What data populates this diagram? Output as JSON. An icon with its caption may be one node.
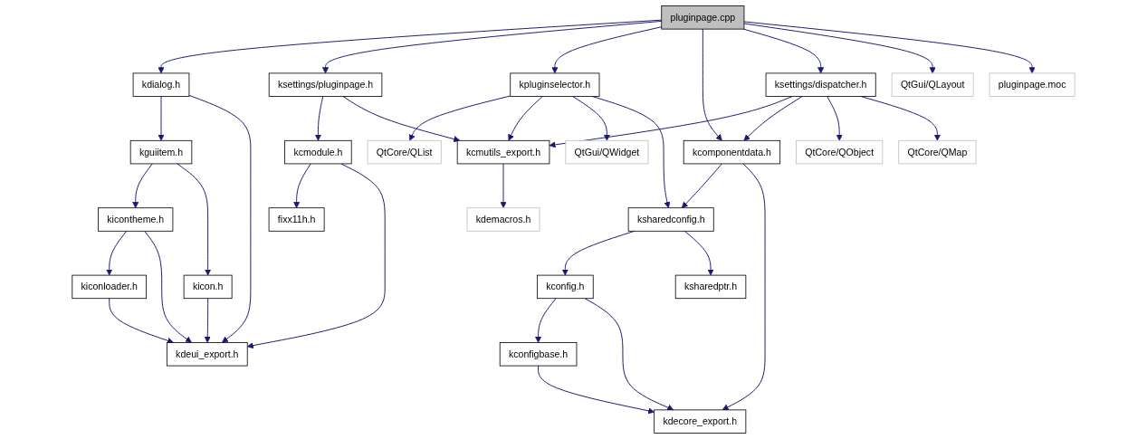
{
  "diagram": {
    "nodes": [
      {
        "text": [
          "pluginpage.cpp"
        ]
      },
      {
        "text": [
          "kdialog.h"
        ]
      },
      {
        "text": [
          "ksettings/pluginpage.h"
        ]
      },
      {
        "text": [
          "kpluginselector.h"
        ]
      },
      {
        "text": [
          "ksettings/dispatcher.h"
        ]
      },
      {
        "text": [
          "QtGui/QLayout"
        ]
      },
      {
        "text": [
          "pluginpage.moc"
        ]
      },
      {
        "text": [
          "kguiitem.h"
        ]
      },
      {
        "text": [
          "kcmodule.h"
        ]
      },
      {
        "text": [
          "QtCore/QList"
        ]
      },
      {
        "text": [
          "kcmutils_export.h"
        ]
      },
      {
        "text": [
          "QtGui/QWidget"
        ]
      },
      {
        "text": [
          "kcomponentdata.h"
        ]
      },
      {
        "text": [
          "QtCore/QObject"
        ]
      },
      {
        "text": [
          "QtCore/QMap"
        ]
      },
      {
        "text": [
          "kicontheme.h"
        ]
      },
      {
        "text": [
          "fixx11h.h"
        ]
      },
      {
        "text": [
          "kdemacros.h"
        ]
      },
      {
        "text": [
          "ksharedconfig.h"
        ]
      },
      {
        "text": [
          "kiconloader.h"
        ]
      },
      {
        "text": [
          "kicon.h"
        ]
      },
      {
        "text": [
          "kconfig.h"
        ]
      },
      {
        "text": [
          "ksharedptr.h"
        ]
      },
      {
        "text": [
          "kdeui_export.h"
        ]
      },
      {
        "text": [
          "kconfigbase.h"
        ]
      },
      {
        "text": [
          "kdecore_export.h"
        ]
      }
    ],
    "edges": [
      {
        "from": 0,
        "to": 1,
        "arrow": "to"
      },
      {
        "from": 0,
        "to": 2,
        "arrow": "to"
      },
      {
        "from": 0,
        "to": 3,
        "arrow": "to"
      },
      {
        "from": 0,
        "to": 12,
        "arrow": "to"
      },
      {
        "from": 0,
        "to": 4,
        "arrow": "to"
      },
      {
        "from": 0,
        "to": 5,
        "arrow": "to"
      },
      {
        "from": 0,
        "to": 6,
        "arrow": "to"
      },
      {
        "from": 1,
        "to": 7,
        "arrow": "to"
      },
      {
        "from": 1,
        "to": 23,
        "arrow": "to"
      },
      {
        "from": 2,
        "to": 8,
        "arrow": "to"
      },
      {
        "from": 2,
        "to": 10,
        "arrow": "to"
      },
      {
        "from": 3,
        "to": 9,
        "arrow": "to"
      },
      {
        "from": 3,
        "to": 10,
        "arrow": "to"
      },
      {
        "from": 3,
        "to": 11,
        "arrow": "to"
      },
      {
        "from": 3,
        "to": 18,
        "arrow": "to"
      },
      {
        "from": 4,
        "to": 10,
        "arrow": "to"
      },
      {
        "from": 4,
        "to": 12,
        "arrow": "to"
      },
      {
        "from": 4,
        "to": 13,
        "arrow": "to"
      },
      {
        "from": 4,
        "to": 14,
        "arrow": "to"
      },
      {
        "from": 7,
        "to": 15,
        "arrow": "to"
      },
      {
        "from": 7,
        "to": 20,
        "arrow": "to"
      },
      {
        "from": 8,
        "to": 16,
        "arrow": "to"
      },
      {
        "from": 8,
        "to": 23,
        "arrow": "to"
      },
      {
        "from": 10,
        "to": 17,
        "arrow": "to"
      },
      {
        "from": 12,
        "to": 18,
        "arrow": "to"
      },
      {
        "from": 12,
        "to": 25,
        "arrow": "to"
      },
      {
        "from": 15,
        "to": 19,
        "arrow": "to"
      },
      {
        "from": 15,
        "to": 23,
        "arrow": "to"
      },
      {
        "from": 18,
        "to": 21,
        "arrow": "to"
      },
      {
        "from": 18,
        "to": 22,
        "arrow": "to"
      },
      {
        "from": 19,
        "to": 23,
        "arrow": "to"
      },
      {
        "from": 20,
        "to": 23,
        "arrow": "to"
      },
      {
        "from": 21,
        "to": 24,
        "arrow": "to"
      },
      {
        "from": 21,
        "to": 25,
        "arrow": "to"
      },
      {
        "from": 24,
        "to": 25,
        "arrow": "to"
      }
    ]
  }
}
